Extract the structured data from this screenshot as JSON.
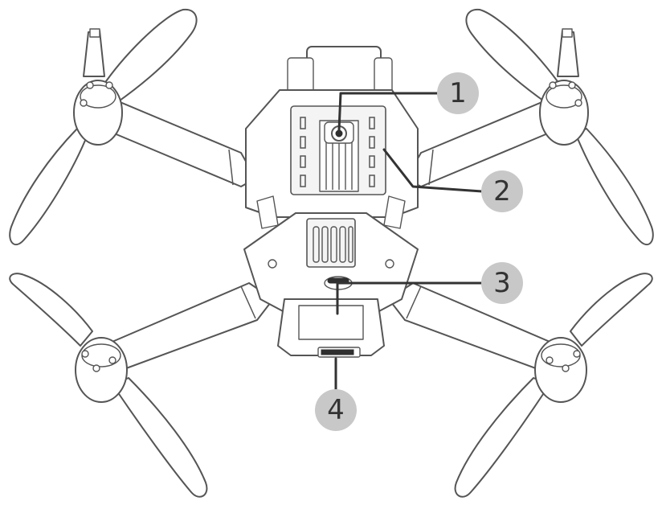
{
  "callouts": [
    {
      "label": "1"
    },
    {
      "label": "2"
    },
    {
      "label": "3"
    },
    {
      "label": "4"
    }
  ],
  "colors": {
    "outline": "#555555",
    "badge": "#c8c8c8",
    "badge_text": "#333333",
    "leader_line": "#333333"
  }
}
